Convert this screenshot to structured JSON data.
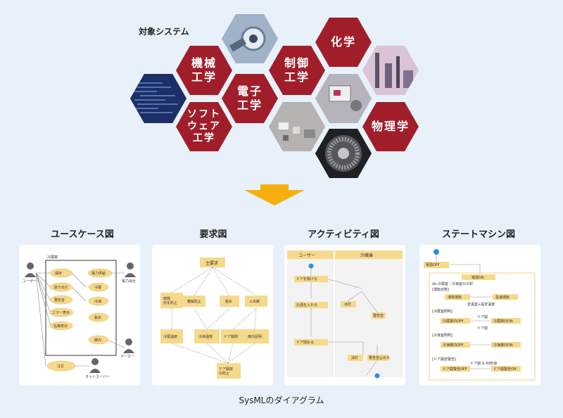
{
  "target_system_title": "対象システム",
  "hexes": [
    {
      "label": "機械\n工学",
      "type": "text"
    },
    {
      "label": "電子\n工学",
      "type": "text"
    },
    {
      "label": "制御\n工学",
      "type": "text"
    },
    {
      "label": "化学",
      "type": "text"
    },
    {
      "label": "ソフト\nウェア\n工学",
      "type": "text"
    },
    {
      "label": "物理学",
      "type": "text"
    }
  ],
  "diagrams": {
    "usecase": {
      "title": "ユースケース図",
      "system": "冷蔵庫",
      "actors": [
        "ユーザー",
        "電力会社",
        "メーカー",
        "ネットスーパー"
      ],
      "usecases": [
        "保存",
        "取り出す",
        "警告音",
        "エラー表示",
        "在庫表示",
        "注文",
        "電力供給",
        "冷蔵",
        "冷凍",
        "製氷",
        "庫内"
      ]
    },
    "requirement": {
      "title": "要求図",
      "boxes": [
        "主要求",
        "腐敗\n劣化防止",
        "離解防止",
        "製氷",
        "入出庫",
        "冷蔵温度",
        "冷凍温度",
        "ドア開閉",
        "庫内証明",
        "ドア開放\nの防止"
      ]
    },
    "activity": {
      "title": "アクティビティ図",
      "lanes": [
        "ユーザー",
        "冷蔵庫"
      ],
      "actions": [
        "ドアを開ける",
        "お酒を入れる",
        "ドア閉める",
        "点灯",
        "警告音",
        "消灯",
        "警告音止める"
      ]
    },
    "statemachine": {
      "title": "ステートマシン図",
      "states": [
        "電源OFF",
        "電源ON",
        "do:冷蔵室・冷凍室の冷却",
        "[運転状態]",
        "通常運転",
        "急速運転",
        "変温室+設定温度",
        "[冷蔵室照明]",
        "冷蔵庫内OFF",
        "冷蔵庫内ON",
        "ドア開",
        "ドア閉",
        "[冷凍室照明]",
        "冷凍庫内OFF",
        "冷凍庫内ON",
        "[ドア開放警告]",
        "ドア開警告OFF",
        "ドア開警告ON",
        "ドア開 & 60秒後"
      ]
    }
  },
  "caption": "SysMLのダイアグラム"
}
